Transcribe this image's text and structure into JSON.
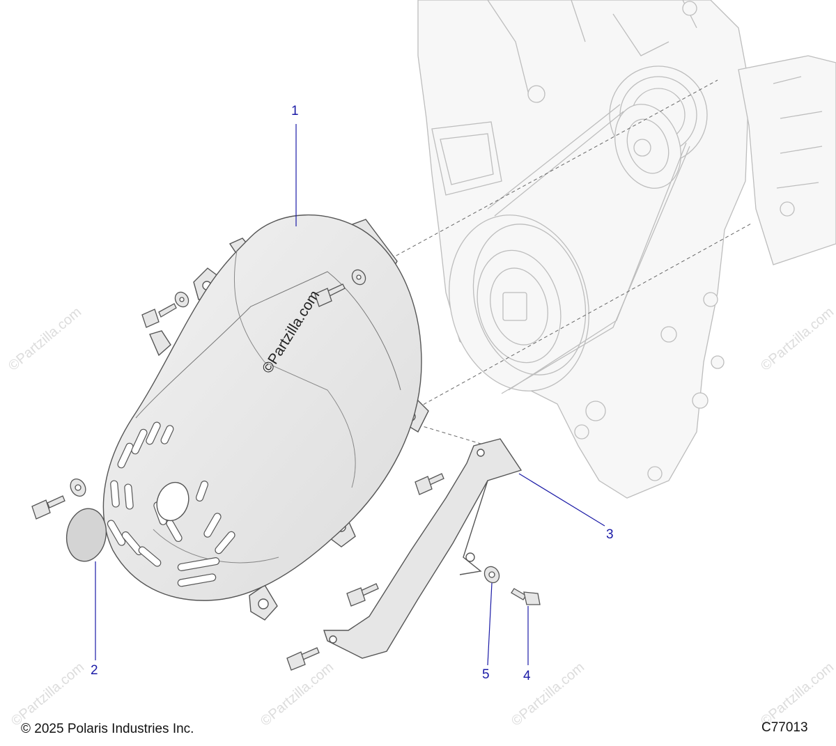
{
  "diagram": {
    "callouts": [
      {
        "id": "1",
        "label": "1"
      },
      {
        "id": "2",
        "label": "2"
      },
      {
        "id": "3",
        "label": "3"
      },
      {
        "id": "4",
        "label": "4"
      },
      {
        "id": "5",
        "label": "5"
      }
    ],
    "watermark_main": "©Partzilla.com",
    "watermark_faint": "©Partzilla.com",
    "copyright": "© 2025 Polaris Industries Inc.",
    "figure_code": "C77013",
    "colors": {
      "callout": "#1a1aa6",
      "part_fill": "#e6e6e6",
      "part_stroke": "#555555",
      "ghost_stroke": "#bdbdbd",
      "ghost_fill": "#f7f7f7"
    }
  }
}
